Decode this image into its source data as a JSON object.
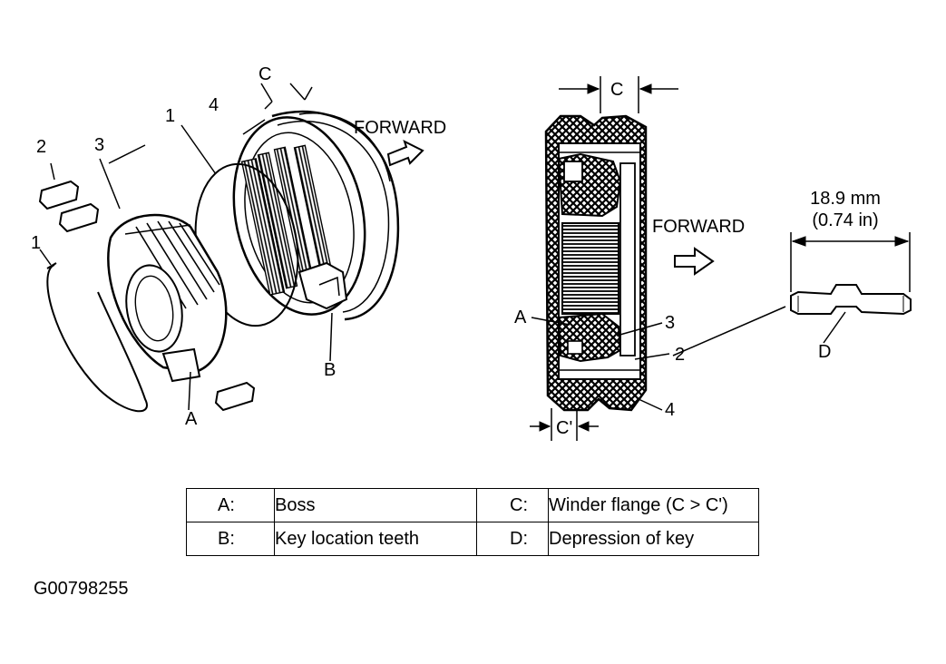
{
  "figure_id": "G00798255",
  "exploded_view": {
    "labels": {
      "c": "C",
      "part_4": "4",
      "part_1_top": "1",
      "part_3": "3",
      "part_2": "2",
      "part_1_left": "1",
      "a": "A",
      "b": "B"
    },
    "forward": "FORWARD"
  },
  "section_view": {
    "labels": {
      "c": "C",
      "c_prime": "C'",
      "a": "A",
      "part_3": "3",
      "part_2": "2",
      "part_4": "4"
    },
    "forward": "FORWARD"
  },
  "key_detail": {
    "dimension_mm": "18.9 mm",
    "dimension_in": "(0.74 in)",
    "label_d": "D"
  },
  "legend": {
    "rows": [
      {
        "key1": "A:",
        "val1": "Boss",
        "key2": "C:",
        "val2": "Winder flange (C > C')"
      },
      {
        "key1": "B:",
        "val1": "Key location teeth",
        "key2": "D:",
        "val2": "Depression of key"
      }
    ]
  }
}
